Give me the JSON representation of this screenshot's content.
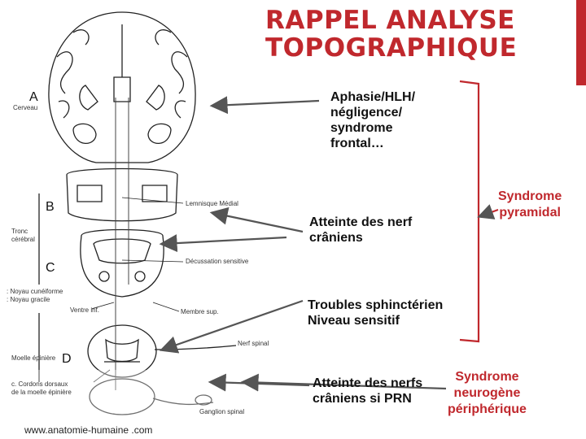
{
  "title": [
    "RAPPEL ANALYSE",
    "TOPOGRAPHIQUE"
  ],
  "annotations": {
    "aphasie": [
      "Aphasie/HLH/",
      "négligence/",
      "syndrome",
      "frontal…"
    ],
    "nerfs": [
      "Atteinte des nerf",
      "crâniens"
    ],
    "troubles": [
      "Troubles sphinctérien",
      "Niveau sensitif"
    ],
    "nerfs_prn": [
      "Atteinte des nerfs",
      "crâniens si PRN"
    ],
    "pyramidal": [
      "Syndrome",
      "pyramidal"
    ],
    "neurogene": [
      "Syndrome",
      "neurogène",
      "périphérique"
    ]
  },
  "figure": {
    "letters": [
      "A",
      "B",
      "C",
      "D"
    ],
    "labels": {
      "cerveau": "Cerveau",
      "tronc": [
        "Tronc",
        "cérébral"
      ],
      "lemnisque": "Lemnisque Médial",
      "decussation": "Décussation sensitive",
      "noyaux": [
        ": Noyau cunéiforme",
        ": Noyau gracile"
      ],
      "ventre": "Ventre inf.",
      "membre": "Membre sup.",
      "nerf_spinal": "Nerf spinal",
      "moelle": "Moelle épinière",
      "cordons": [
        "c. Cordons dorsaux",
        "de la moelle épinière"
      ],
      "ganglion": "Ganglion spinal"
    }
  },
  "credit": "www.anatomie-humaine .com",
  "colors": {
    "accent": "#c0282d",
    "text": "#111111",
    "bracket": "#c0282d"
  }
}
